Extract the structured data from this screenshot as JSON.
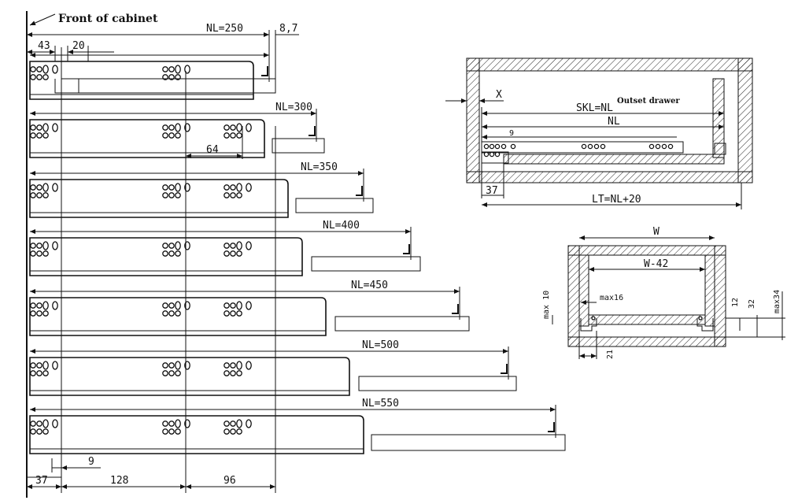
{
  "header": {
    "front_label": "Front of cabinet"
  },
  "top_dims": {
    "d43": "43",
    "d20": "20",
    "d8_7": "8,7"
  },
  "slides": [
    {
      "nl_label": "NL=250"
    },
    {
      "nl_label": "NL=300",
      "hole_spacing": "64"
    },
    {
      "nl_label": "NL=350"
    },
    {
      "nl_label": "NL=400"
    },
    {
      "nl_label": "NL=450"
    },
    {
      "nl_label": "NL=500"
    },
    {
      "nl_label": "NL=550"
    }
  ],
  "bottom_dims": {
    "d9": "9",
    "d37": "37",
    "d128": "128",
    "d96": "96"
  },
  "outset_drawer": {
    "title": "Outset drawer",
    "x_label": "X",
    "skl_label": "SKL=NL",
    "nl_label": "NL",
    "d9": "9",
    "d37": "37",
    "lt_label": "LT=NL+20"
  },
  "section_view": {
    "w_label": "W",
    "w42_label": "W-42",
    "max16": "max16",
    "max10": "max 10",
    "d12": "12",
    "d32": "32",
    "max34": "max34",
    "d21": "21"
  }
}
